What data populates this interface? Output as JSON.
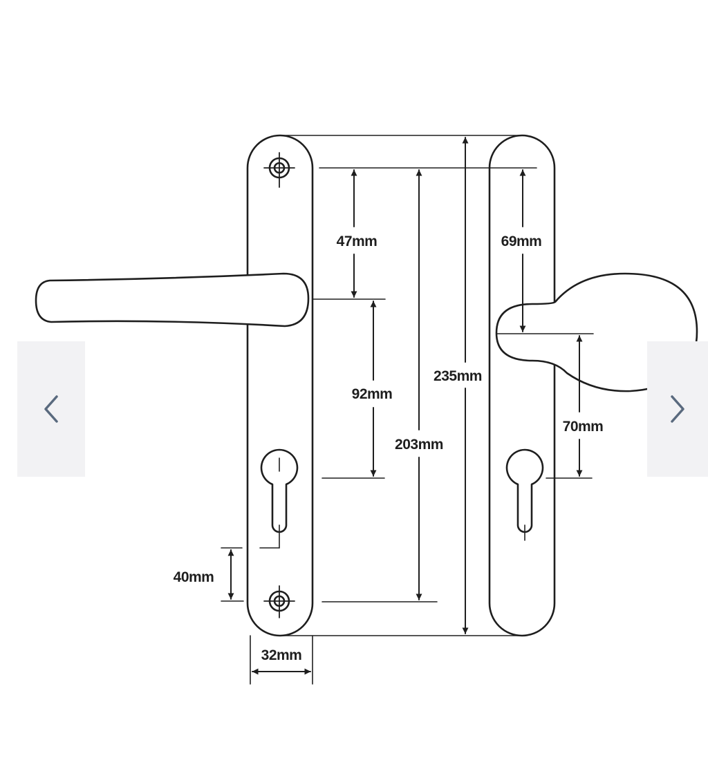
{
  "gallery": {
    "prev_icon": "chevron-left-icon",
    "next_icon": "chevron-right-icon",
    "nav_color": "#5a6a7e"
  },
  "diagram": {
    "line_color": "#1e1e1e",
    "dimensions": {
      "screw_to_lever": "47mm",
      "lever_to_cylinder": "92mm",
      "screw_centres": "203mm",
      "plate_height": "235mm",
      "screw_to_knob": "69mm",
      "knob_to_cylinder": "70mm",
      "cylinder_to_screw": "40mm",
      "plate_width": "32mm"
    }
  }
}
